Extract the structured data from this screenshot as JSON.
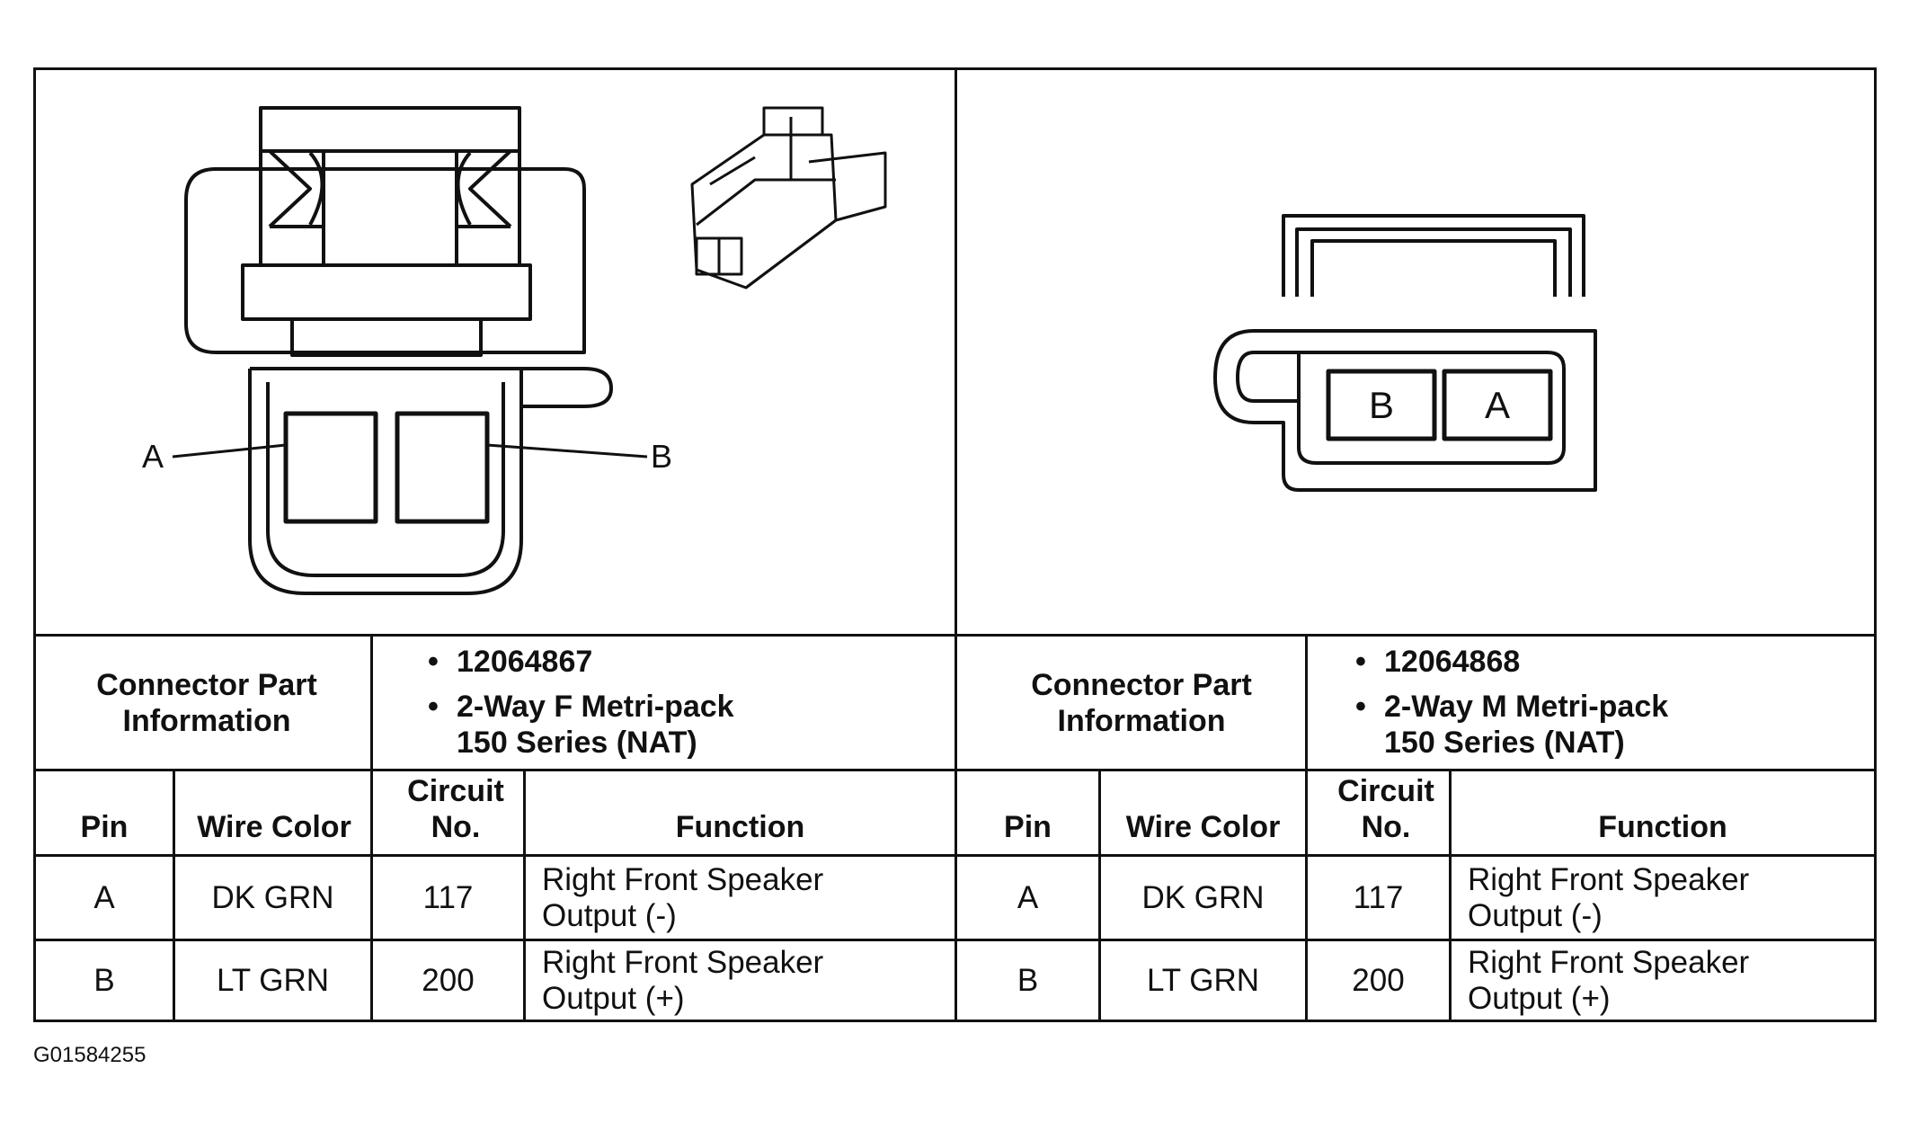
{
  "left_connector": {
    "pin_labels": [
      "A",
      "B"
    ],
    "part_info_label": "Connector Part Information",
    "part_number": "12064867",
    "description_line1": "2-Way F Metri-pack",
    "description_line2": "150 Series (NAT)",
    "headers": {
      "pin": "Pin",
      "wire_color": "Wire Color",
      "circuit": "Circuit No.",
      "function": "Function"
    },
    "rows": [
      {
        "pin": "A",
        "wire_color": "DK GRN",
        "circuit": "117",
        "function_line1": "Right Front Speaker",
        "function_line2": "Output (-)"
      },
      {
        "pin": "B",
        "wire_color": "LT GRN",
        "circuit": "200",
        "function_line1": "Right Front Speaker",
        "function_line2": "Output (+)"
      }
    ]
  },
  "right_connector": {
    "pin_labels": [
      "B",
      "A"
    ],
    "part_info_label": "Connector Part Information",
    "part_number": "12064868",
    "description_line1": "2-Way M Metri-pack",
    "description_line2": "150 Series (NAT)",
    "headers": {
      "pin": "Pin",
      "wire_color": "Wire Color",
      "circuit": "Circuit No.",
      "function": "Function"
    },
    "rows": [
      {
        "pin": "A",
        "wire_color": "DK GRN",
        "circuit": "117",
        "function_line1": "Right Front Speaker",
        "function_line2": "Output (-)"
      },
      {
        "pin": "B",
        "wire_color": "LT GRN",
        "circuit": "200",
        "function_line1": "Right Front Speaker",
        "function_line2": "Output (+)"
      }
    ]
  },
  "figure_id": "G01584255",
  "bullet": "•"
}
